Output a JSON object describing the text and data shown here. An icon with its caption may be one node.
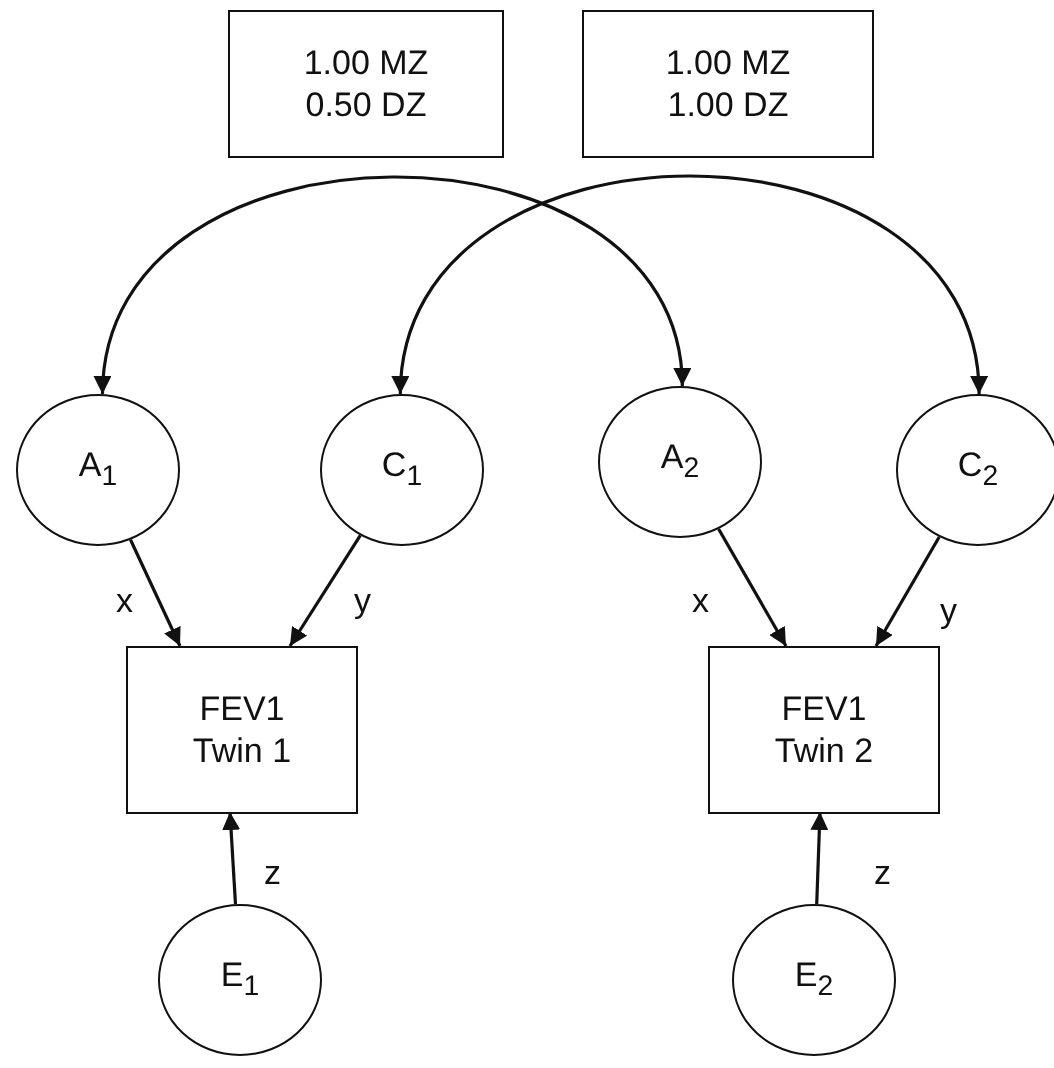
{
  "diagram": {
    "nodes": [
      {
        "text": [
          "1.00 MZ 0.50 DZ"
        ]
      },
      {
        "text": [
          "1.00 MZ 1.00 DZ"
        ]
      },
      {
        "text": [
          "A$_{1}$"
        ]
      },
      {
        "text": [
          "C$_{1}$"
        ]
      },
      {
        "text": [
          "A$_{2}$"
        ]
      },
      {
        "text": [
          "C$_{2}$"
        ]
      },
      {
        "text": [
          "FEV1 Twin 1"
        ]
      },
      {
        "text": [
          "FEV1 Twin 2"
        ]
      },
      {
        "text": [
          "E$_{1}$"
        ]
      },
      {
        "text": [
          "E$_{2}$"
        ]
      }
    ],
    "edges": [
      {
        "from": 2,
        "to": 4,
        "arrow": "both"
      },
      {
        "from": 3,
        "to": 5,
        "arrow": "both"
      },
      {
        "from": 2,
        "to": 6,
        "arrow": "to",
        "label": "x"
      },
      {
        "from": 3,
        "to": 6,
        "arrow": "to",
        "label": "y"
      },
      {
        "from": 4,
        "to": 7,
        "arrow": "to",
        "label": "x"
      },
      {
        "from": 5,
        "to": 7,
        "arrow": "to",
        "label": "y"
      },
      {
        "from": 8,
        "to": 6,
        "arrow": "to",
        "label": "z"
      },
      {
        "from": 9,
        "to": 7,
        "arrow": "to",
        "label": "z"
      }
    ]
  }
}
